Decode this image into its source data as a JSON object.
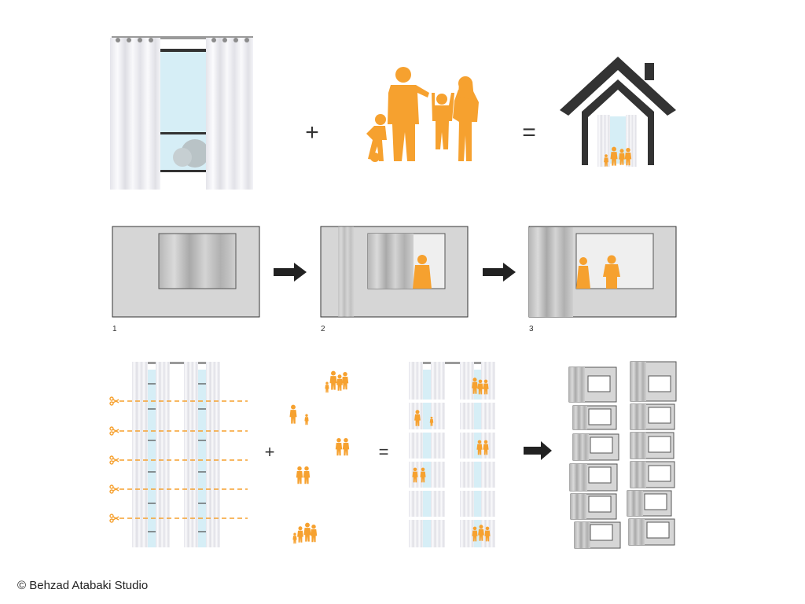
{
  "colors": {
    "figure": "#f6a12f",
    "house": "#333333",
    "sky": "#d6eef6",
    "panel": "#d6d6d6",
    "curtain": "#efeff3",
    "arrow": "#222222",
    "cutline": "#f6a12f"
  },
  "operators": {
    "plus": "+",
    "equals": "="
  },
  "steps": {
    "one": "1",
    "two": "2",
    "three": "3"
  },
  "icons": {
    "scissors": "scissors-icon",
    "house": "house-icon",
    "arrow": "arrow-right-icon"
  },
  "credit": "© Behzad Atabaki Studio"
}
